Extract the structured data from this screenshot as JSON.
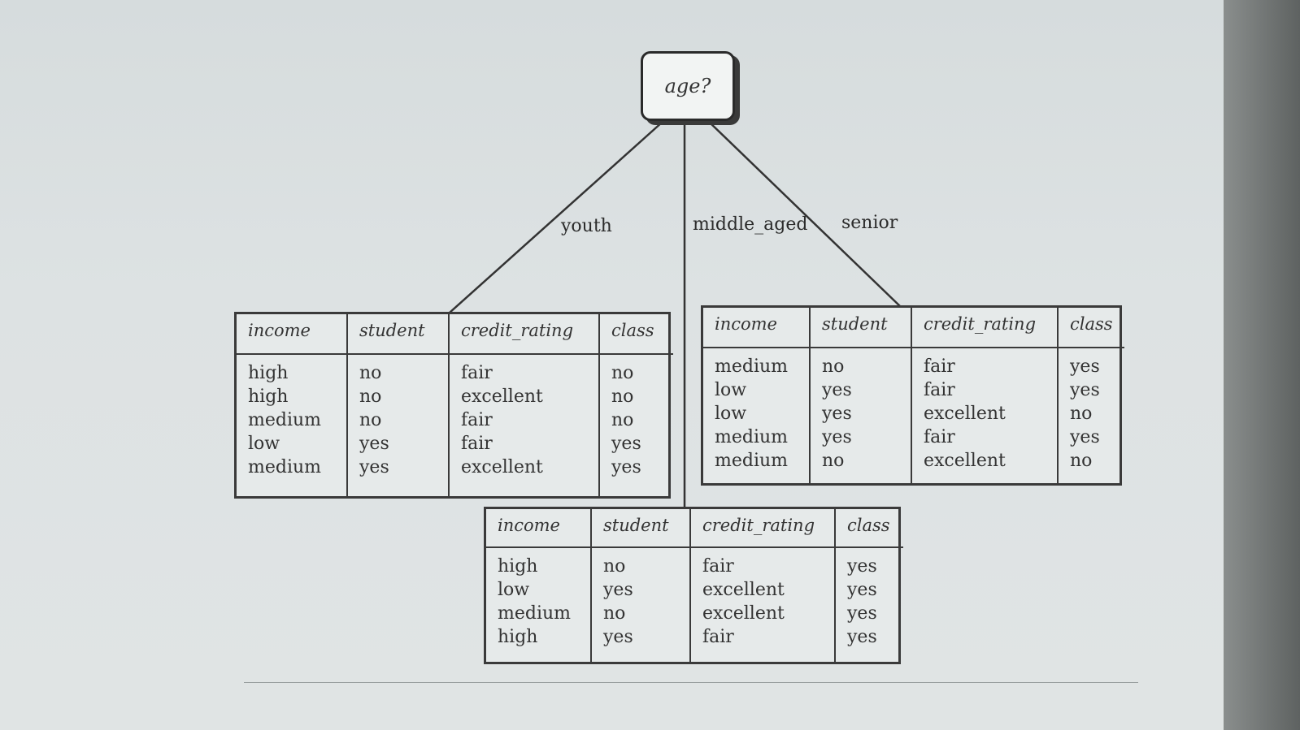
{
  "root": {
    "label": "age?"
  },
  "branches": {
    "youth": "youth",
    "middle_aged": "middle_aged",
    "senior": "senior"
  },
  "headers": [
    "income",
    "student",
    "credit_rating",
    "class"
  ],
  "tables": {
    "youth": {
      "income": [
        "high",
        "high",
        "medium",
        "low",
        "medium"
      ],
      "student": [
        "no",
        "no",
        "no",
        "yes",
        "yes"
      ],
      "credit_rating": [
        "fair",
        "excellent",
        "fair",
        "fair",
        "excellent"
      ],
      "class": [
        "no",
        "no",
        "no",
        "yes",
        "yes"
      ]
    },
    "senior": {
      "income": [
        "medium",
        "low",
        "low",
        "medium",
        "medium"
      ],
      "student": [
        "no",
        "yes",
        "yes",
        "yes",
        "no"
      ],
      "credit_rating": [
        "fair",
        "fair",
        "excellent",
        "fair",
        "excellent"
      ],
      "class": [
        "yes",
        "yes",
        "no",
        "yes",
        "no"
      ]
    },
    "middle_aged": {
      "income": [
        "high",
        "low",
        "medium",
        "high"
      ],
      "student": [
        "no",
        "yes",
        "no",
        "yes"
      ],
      "credit_rating": [
        "fair",
        "excellent",
        "excellent",
        "fair"
      ],
      "class": [
        "yes",
        "yes",
        "yes",
        "yes"
      ]
    }
  }
}
